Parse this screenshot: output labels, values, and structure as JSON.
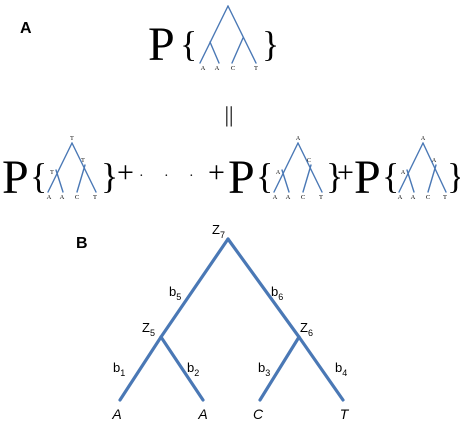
{
  "panels": {
    "a": "A",
    "b": "B"
  },
  "symbols": {
    "P": "P",
    "brace_open": "{",
    "brace_close": "}",
    "equals": "||",
    "plus": "+",
    "dot": "·"
  },
  "tree_a": {
    "leaves": [
      "A",
      "A",
      "C",
      "T"
    ]
  },
  "small_trees": [
    {
      "leaves": [
        "A",
        "A",
        "C",
        "T"
      ],
      "inner": {
        "root": "T",
        "left": "T",
        "right": "T"
      }
    },
    {
      "leaves": [
        "A",
        "A",
        "C",
        "T"
      ],
      "inner": {
        "root": "A",
        "left": "A",
        "right": "C"
      }
    },
    {
      "leaves": [
        "A",
        "A",
        "C",
        "T"
      ],
      "inner": {
        "root": "A",
        "left": "A",
        "right": "A"
      }
    }
  ],
  "tree_b": {
    "internal_nodes": [
      {
        "label": "Z",
        "sub": "7"
      },
      {
        "label": "Z",
        "sub": "5"
      },
      {
        "label": "Z",
        "sub": "6"
      }
    ],
    "branches": [
      {
        "label": "b",
        "sub": "1"
      },
      {
        "label": "b",
        "sub": "2"
      },
      {
        "label": "b",
        "sub": "3"
      },
      {
        "label": "b",
        "sub": "4"
      },
      {
        "label": "b",
        "sub": "5"
      },
      {
        "label": "b",
        "sub": "6"
      }
    ],
    "leaves": [
      "A",
      "A",
      "C",
      "T"
    ]
  }
}
